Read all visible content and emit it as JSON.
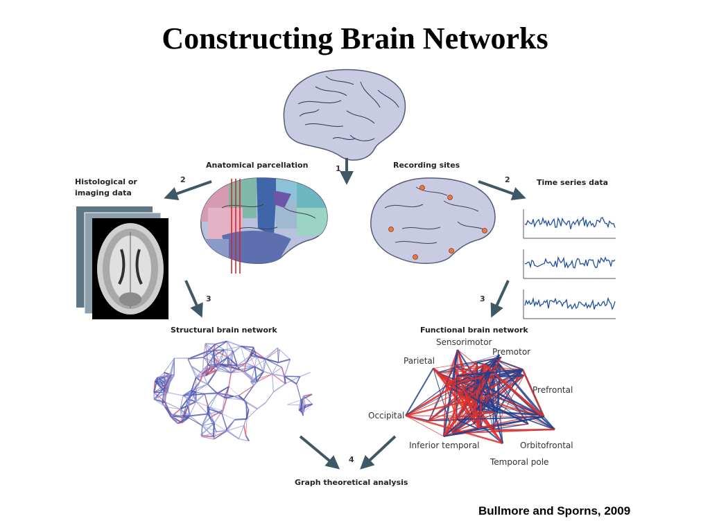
{
  "title": "Constructing Brain Networks",
  "labels": {
    "anatomical_parcellation": "Anatomical parcellation",
    "recording_sites": "Recording sites",
    "histological_line1": "Histological or",
    "histological_line2": "imaging data",
    "time_series": "Time series data",
    "structural_network": "Structural brain network",
    "functional_network": "Functional brain network",
    "graph_analysis": "Graph theoretical analysis"
  },
  "steps": {
    "s1": "1",
    "s2_left": "2",
    "s2_right": "2",
    "s3_left": "3",
    "s3_right": "3",
    "s4": "4"
  },
  "regions": {
    "sensorimotor": "Sensorimotor",
    "premotor": "Premotor",
    "parietal": "Parietal",
    "prefrontal": "Prefrontal",
    "occipital": "Occipital",
    "inferior_temporal": "Inferior temporal",
    "orbitofrontal": "Orbitofrontal",
    "temporal_pole": "Temporal pole"
  },
  "credit": "Bullmore and Sporns, 2009",
  "colors": {
    "brain_fill": "#c9cbe3",
    "brain_outline": "#555a78",
    "arrow": "#3f5866",
    "electrode": "#e87840",
    "signal": "#1f4fa0",
    "edge_red": "#e0302a",
    "edge_blue": "#1f3f8f"
  }
}
